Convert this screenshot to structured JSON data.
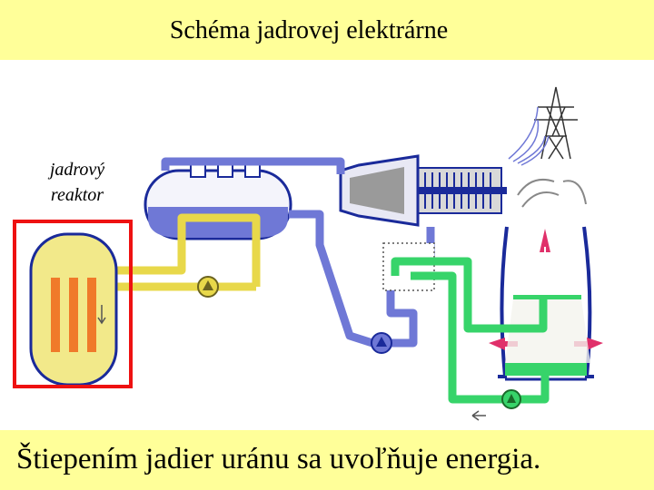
{
  "header": {
    "title": "Schéma jadrovej elektrárne"
  },
  "diagram": {
    "reactor_label_line1": "jadrový",
    "reactor_label_line2": "reaktor",
    "highlight_color": "#ee1111",
    "primary_circuit_color": "#e8d84a",
    "secondary_circuit_color": "#6f78d6",
    "cooling_circuit_color": "#37d46a"
  },
  "footer": {
    "caption": "Štiepením jadier uránu sa uvoľňuje energia."
  }
}
